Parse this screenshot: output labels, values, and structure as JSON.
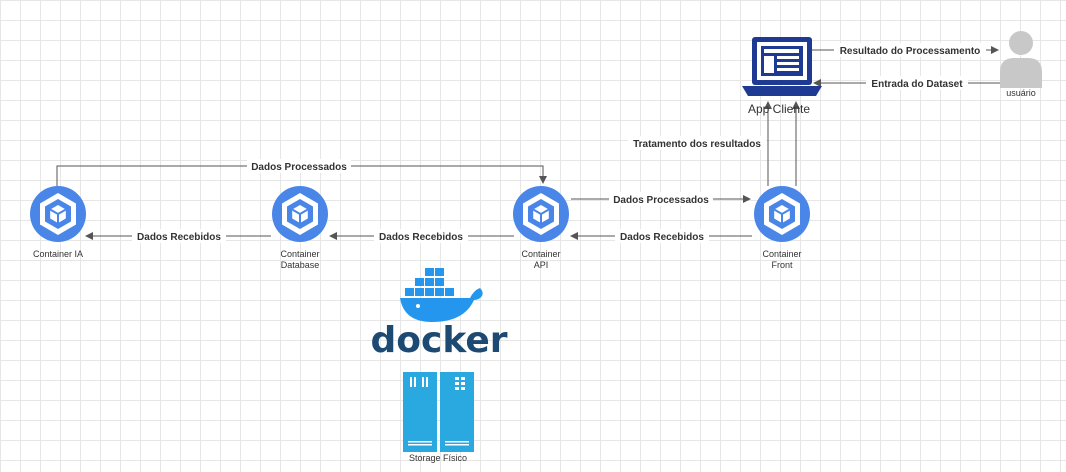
{
  "nodes": {
    "container_ia": {
      "label": "Container IA"
    },
    "container_database": {
      "label_line1": "Container",
      "label_line2": "Database"
    },
    "container_api": {
      "label_line1": "Container",
      "label_line2": "API"
    },
    "container_front": {
      "label_line1": "Container",
      "label_line2": "Front"
    },
    "app_cliente": {
      "label": "App Cliente"
    },
    "usuario": {
      "label": "usuário"
    },
    "docker": {
      "label": "docker"
    },
    "storage": {
      "label": "Storage Físico"
    }
  },
  "edges": {
    "ia_to_api": "Dados Processados",
    "api_to_front": "Dados Processados",
    "front_to_api": "Dados Recebidos",
    "api_to_database": "Dados Recebidos",
    "database_to_ia": "Dados Recebidos",
    "front_to_app": "Tratamento dos resultados",
    "app_to_usuario": "Resultado do Processamento",
    "usuario_to_app": "Entrada do Dataset"
  },
  "colors": {
    "container_blue": "#4a86e8",
    "docker_blue": "#2496ed",
    "docker_dark": "#1d4a73",
    "app_navy": "#1f3a93",
    "storage_blue": "#29a9e0",
    "user_gray": "#c8c8c8",
    "line": "#555555"
  },
  "icons": {
    "container": "cube-hexagon-icon",
    "app": "laptop-app-icon",
    "user": "person-icon",
    "docker": "docker-whale-icon",
    "storage": "server-rack-icon"
  }
}
